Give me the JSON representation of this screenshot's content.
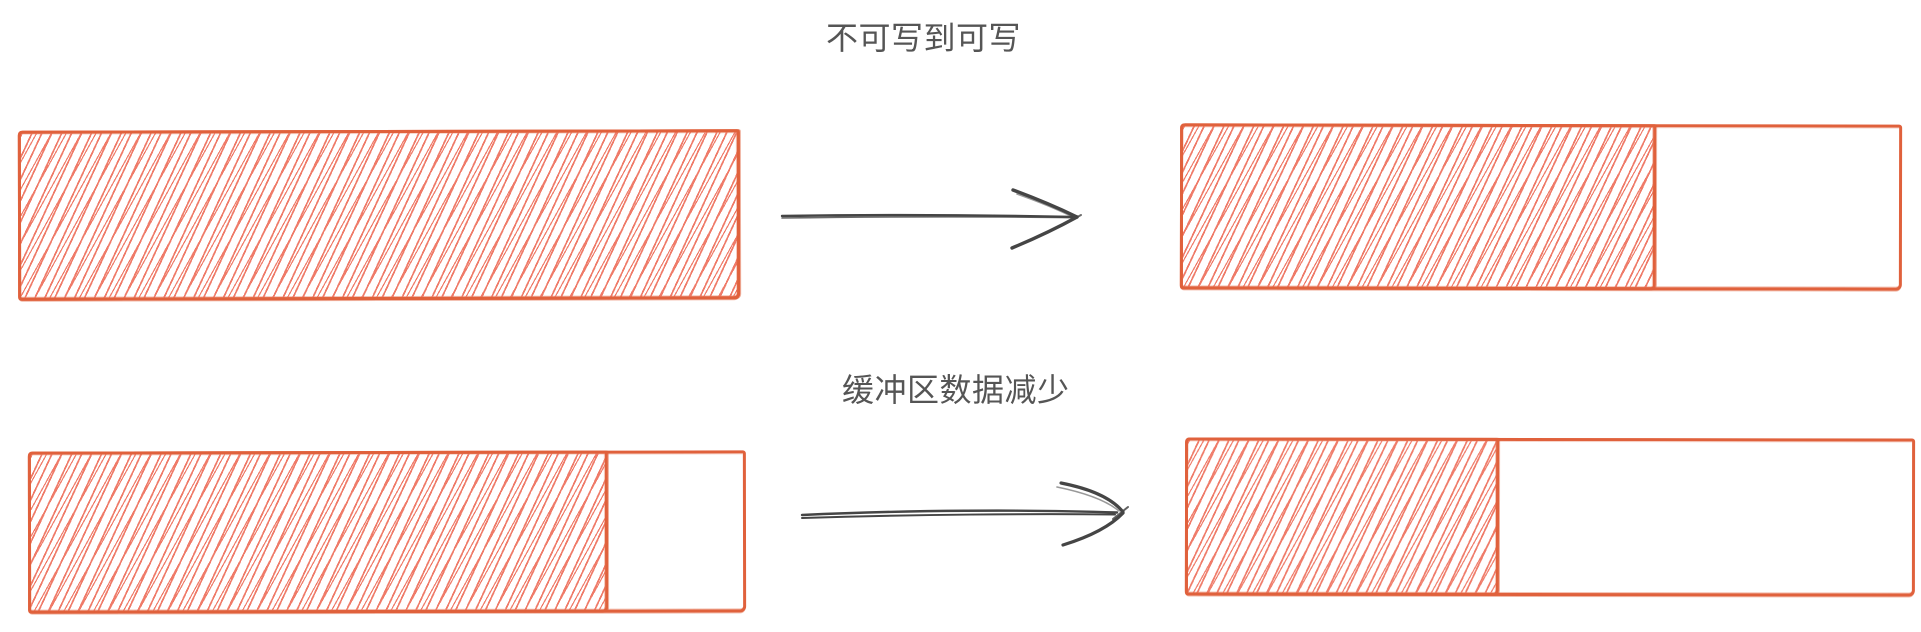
{
  "titles": {
    "top": "不可写到可写",
    "bottom": "缓冲区数据减少"
  },
  "colors": {
    "background": "#ffffff",
    "rect_border": "#e0613c",
    "hatch_stroke": "#ef7b69",
    "arrow": "#454545",
    "text": "#555555"
  },
  "panels": [
    {
      "id": "top-before",
      "row": "不可写到可写",
      "state": "before",
      "fill_percent": 100
    },
    {
      "id": "top-after",
      "row": "不可写到可写",
      "state": "after",
      "fill_percent": 66
    },
    {
      "id": "bottom-before",
      "row": "缓冲区数据减少",
      "state": "before",
      "fill_percent": 81
    },
    {
      "id": "bottom-after",
      "row": "缓冲区数据减少",
      "state": "after",
      "fill_percent": 43
    }
  ]
}
